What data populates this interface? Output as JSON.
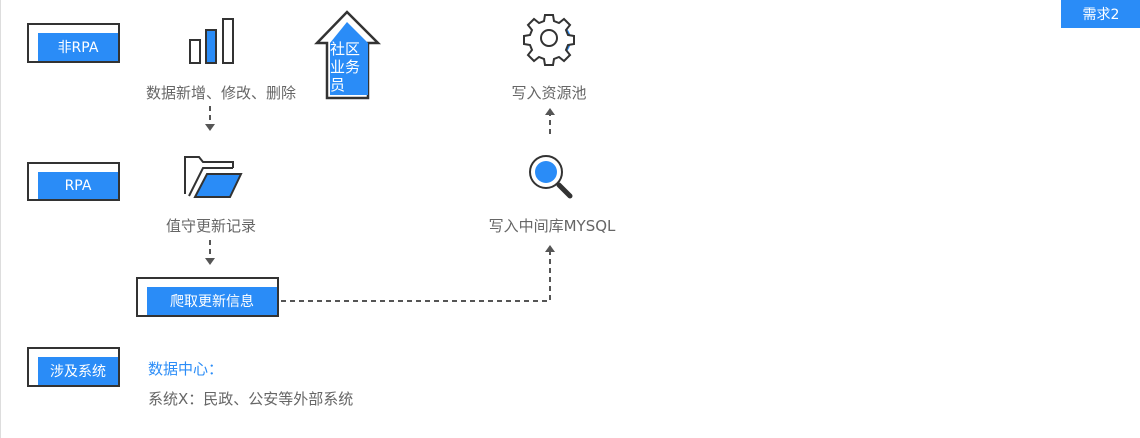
{
  "badge": "需求2",
  "rows": {
    "non_rpa": "非RPA",
    "rpa": "RPA",
    "systems": "涉及系统"
  },
  "nodes": {
    "data_change": "数据新增、修改、删除",
    "community_worker": "社区业务员",
    "write_pool": "写入资源池",
    "duty_record": "值守更新记录",
    "write_mysql": "写入中间库MYSQL",
    "crawl": "爬取更新信息"
  },
  "systems": {
    "heading": "数据中心：",
    "detail": "系统X：民政、公安等外部系统"
  },
  "colors": {
    "accent": "#2a8cf7",
    "text": "#666666",
    "stroke": "#333333"
  }
}
